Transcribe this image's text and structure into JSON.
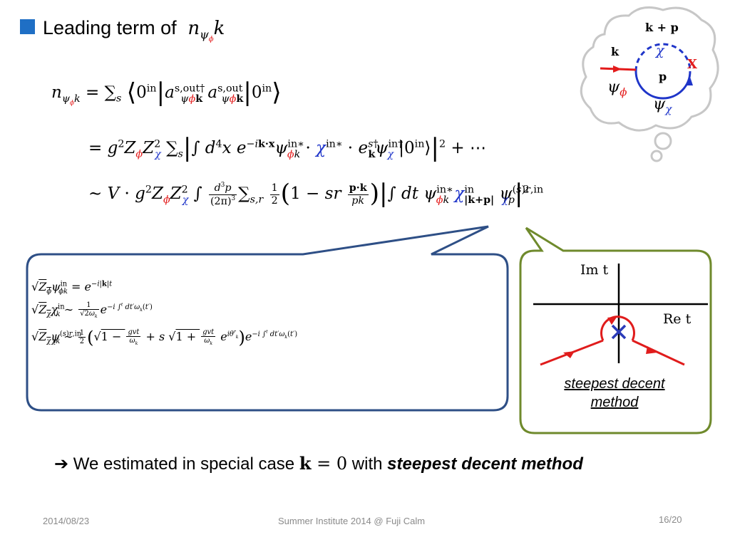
{
  "header": {
    "title_text": "Leading term of"
  },
  "diagram": {
    "label_kp": "k + p",
    "label_k": "k",
    "label_p": "p",
    "label_chi": "χ",
    "label_psi_phi": "ψ",
    "label_psi_chi": "ψ",
    "sub_phi": "ϕ",
    "sub_chi": "χ",
    "label_x": "X"
  },
  "plane": {
    "im_label": "Im t",
    "re_label": "Re t",
    "method_label": "steepest decent method"
  },
  "conclusion": {
    "arrow": "➔",
    "text_before": "We estimated in special case",
    "math": "k = 0",
    "text_with": "with",
    "text_method": "steepest decent method"
  },
  "footer": {
    "date": "2014/08/23",
    "center": "Summer Institute 2014 @ Fuji Calm",
    "page": "16/20"
  },
  "colors": {
    "accent_blue": "#1f6fc5",
    "phi_red": "#e31b1b",
    "chi_blue": "#1f35c9",
    "bubble_border": "#2e4f86",
    "plane_border": "#6f8a2c"
  }
}
